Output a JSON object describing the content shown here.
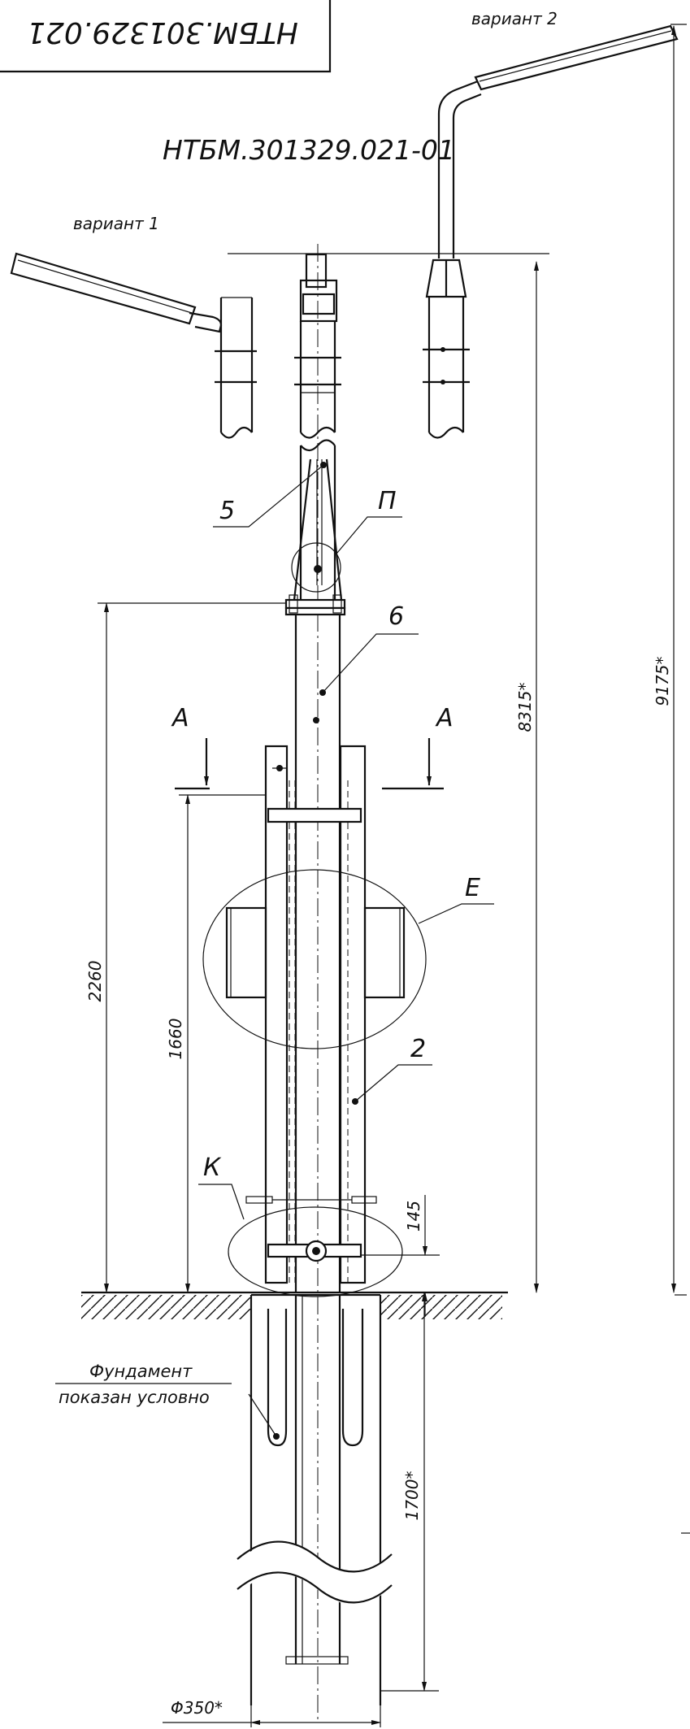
{
  "designation_main": "НТБМ.301329.021",
  "designation_alt": "НТБМ.301329.021-01",
  "variants": {
    "v1": "вариант 1",
    "v2": "вариант 2"
  },
  "callouts": {
    "c5": "5",
    "c6": "6",
    "c2": "2",
    "cP": "П",
    "cE": "Е",
    "cK": "К"
  },
  "section": {
    "left": "А",
    "right": "А"
  },
  "dimensions": {
    "d2260": "2260",
    "d1660": "1660",
    "d145": "145",
    "d1700": "1700*",
    "d8315": "8315*",
    "d9175": "9175*",
    "d350": "Φ350*"
  },
  "foundation_note": {
    "line1": "Фундамент",
    "line2": "показан условно"
  }
}
